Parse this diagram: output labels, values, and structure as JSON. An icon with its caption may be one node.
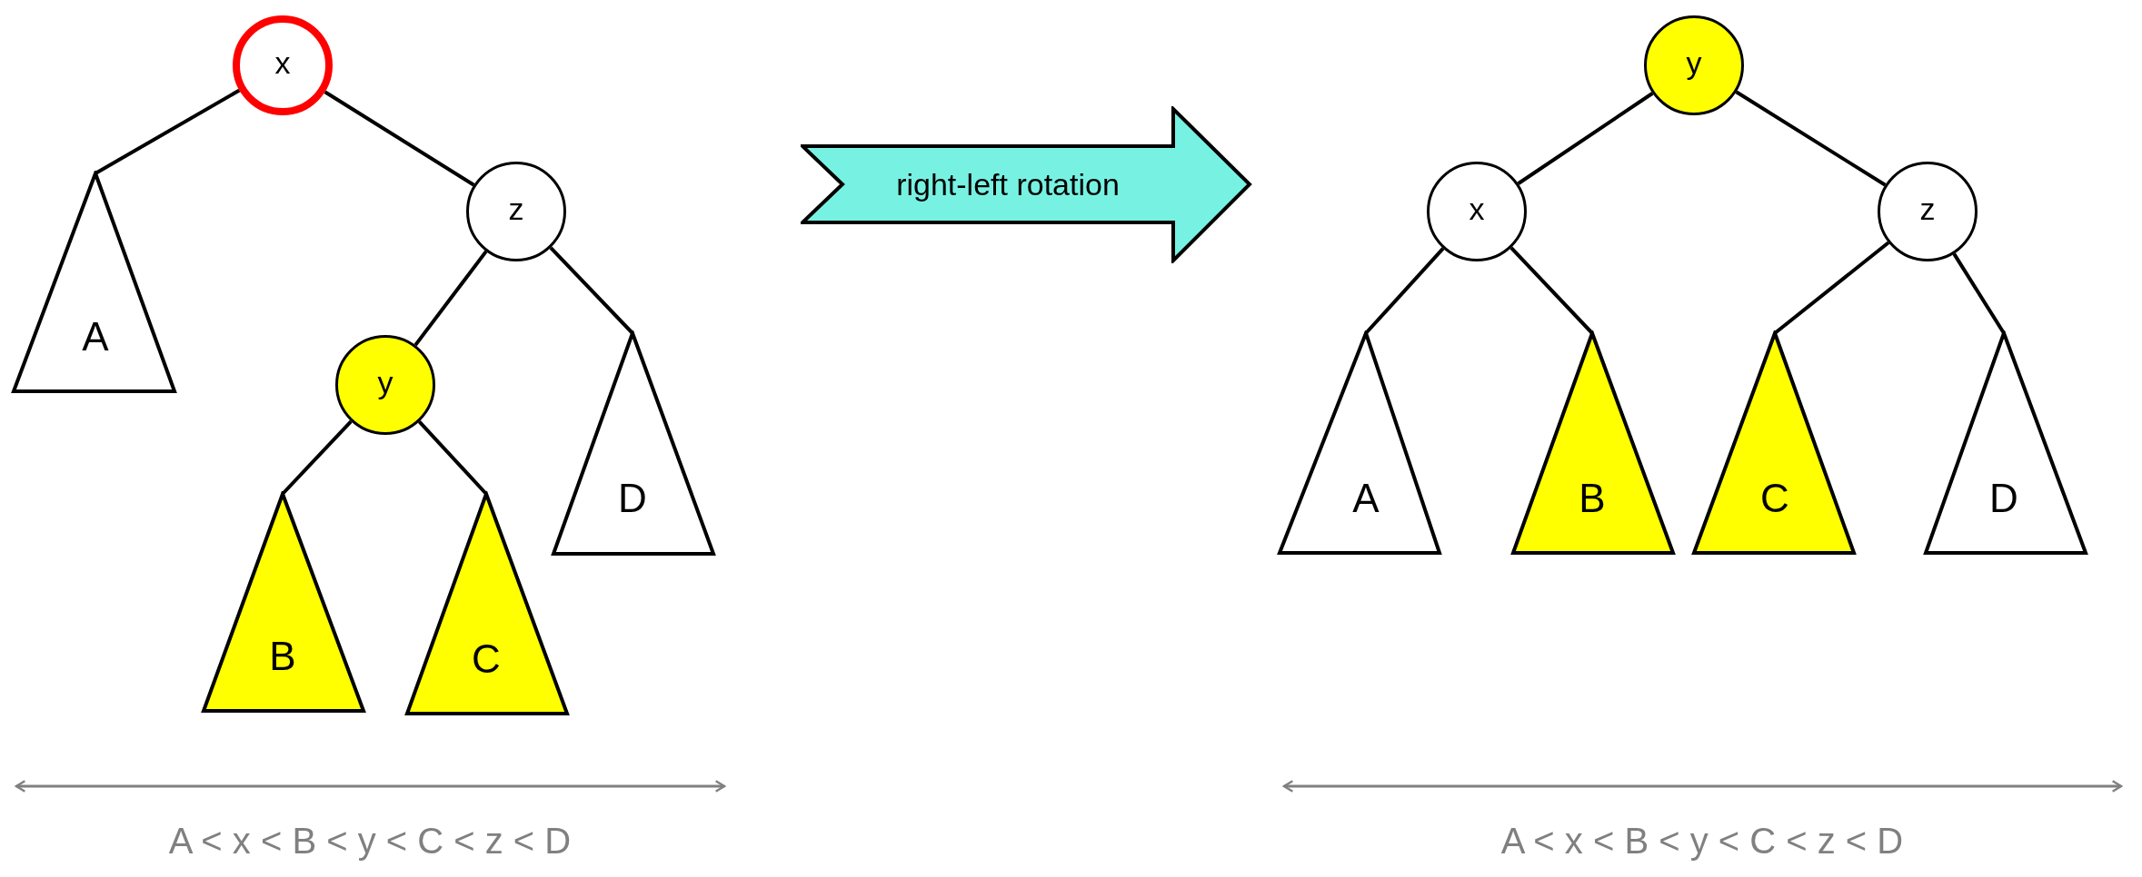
{
  "diagram": {
    "nodes": [
      {
        "text": [
          "x"
        ]
      },
      {
        "text": [
          "A"
        ]
      },
      {
        "text": [
          "z"
        ]
      },
      {
        "text": [
          "y"
        ]
      },
      {
        "text": [
          "D"
        ]
      },
      {
        "text": [
          "B"
        ]
      },
      {
        "text": [
          "C"
        ]
      },
      {
        "text": [
          "right-left rotation"
        ]
      },
      {
        "text": [
          "y"
        ]
      },
      {
        "text": [
          "x"
        ]
      },
      {
        "text": [
          "z"
        ]
      },
      {
        "text": [
          "A"
        ]
      },
      {
        "text": [
          "B"
        ]
      },
      {
        "text": [
          "C"
        ]
      },
      {
        "text": [
          "D"
        ]
      }
    ],
    "edges": [
      {
        "from": 0,
        "to": 1,
        "arrow": "none"
      },
      {
        "from": 0,
        "to": 2,
        "arrow": "none"
      },
      {
        "from": 2,
        "to": 3,
        "arrow": "none"
      },
      {
        "from": 2,
        "to": 4,
        "arrow": "none"
      },
      {
        "from": 3,
        "to": 5,
        "arrow": "none"
      },
      {
        "from": 3,
        "to": 6,
        "arrow": "none"
      },
      {
        "from": 8,
        "to": 9,
        "arrow": "none"
      },
      {
        "from": 8,
        "to": 10,
        "arrow": "none"
      },
      {
        "from": 9,
        "to": 11,
        "arrow": "none"
      },
      {
        "from": 9,
        "to": 12,
        "arrow": "none"
      },
      {
        "from": 10,
        "to": 13,
        "arrow": "none"
      },
      {
        "from": 10,
        "to": 14,
        "arrow": "none"
      }
    ],
    "labels": [
      "A < x < B < y < C < z < D",
      "A < x < B < y < C < z < D"
    ]
  }
}
